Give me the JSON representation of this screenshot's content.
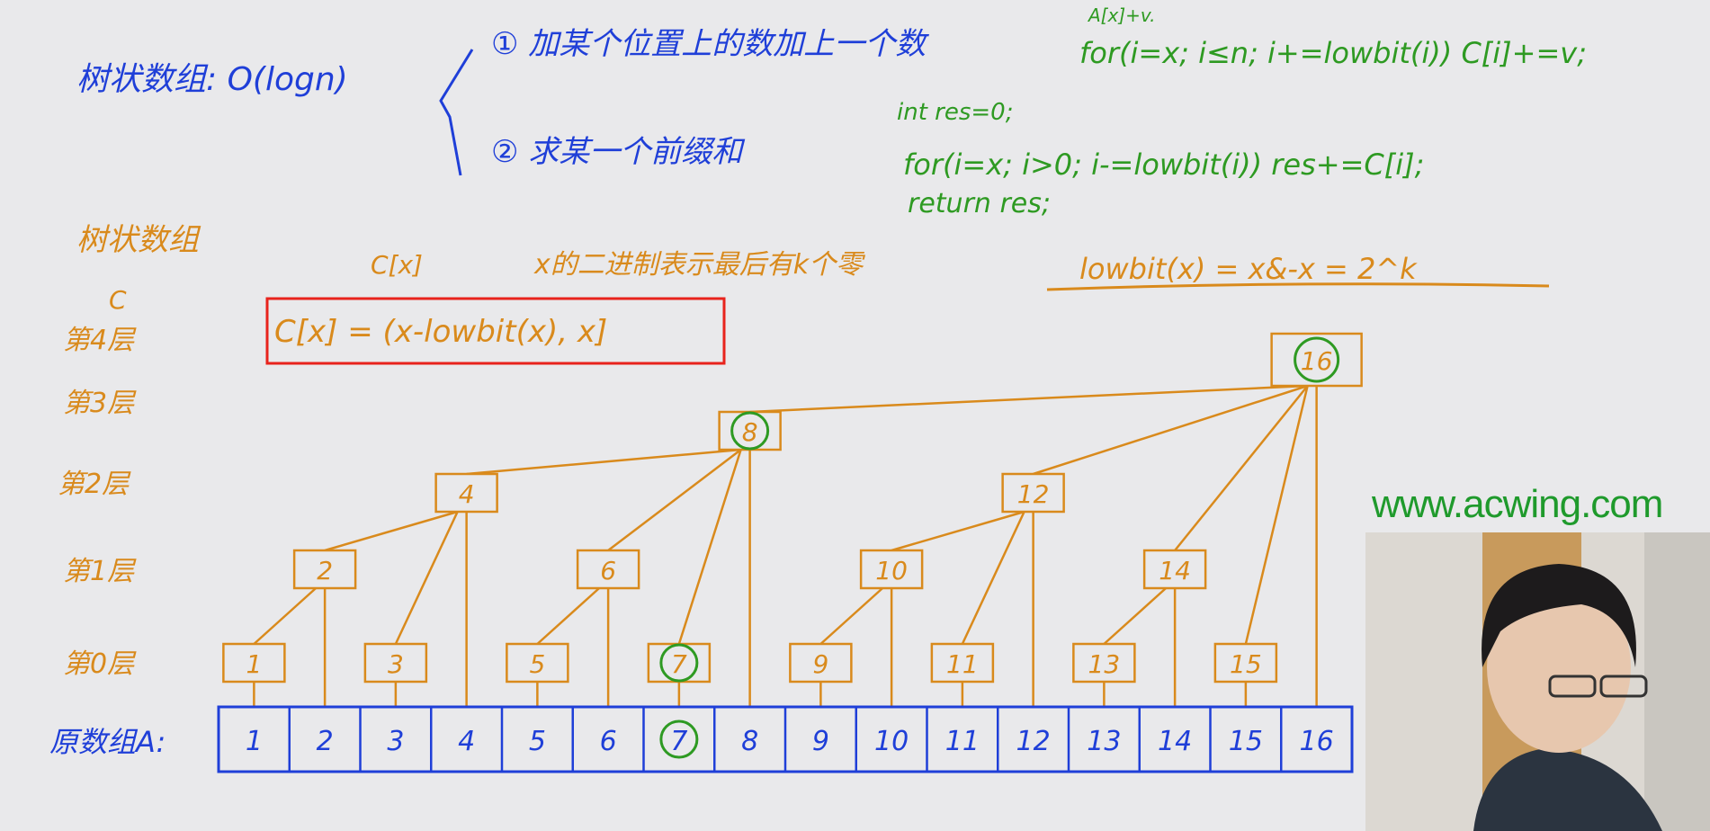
{
  "title": "树状数组: O(logn)",
  "operations": [
    "① 加某个位置上的数加上一个数",
    "② 求某一个前缀和"
  ],
  "code": {
    "update_note": "A[x]+v.",
    "update_loop": "for(i=x; i≤n; i+=lowbit(i)) C[i]+=v;",
    "query_init": "int res=0;",
    "query_loop": "for(i=x; i>0; i-=lowbit(i)) res+=C[i];",
    "query_return": "return res;"
  },
  "notes": {
    "subtitle": "树状数组",
    "cx": "C[x]",
    "binary_note": "x的二进制表示最后有k个零",
    "lowbit": "lowbit(x) = x&-x = 2^k",
    "range_def": "C[x] = (x-lowbit(x), x]"
  },
  "layer_labels": {
    "c_label": "C",
    "layers": [
      "第4层",
      "第3层",
      "第2层",
      "第1层",
      "第0层"
    ],
    "array_label": "原数组A:"
  },
  "array_values": [
    "1",
    "2",
    "3",
    "4",
    "5",
    "6",
    "7",
    "8",
    "9",
    "10",
    "11",
    "12",
    "13",
    "14",
    "15",
    "16"
  ],
  "tree_nodes": [
    "1",
    "2",
    "3",
    "4",
    "5",
    "6",
    "7",
    "8",
    "9",
    "10",
    "11",
    "12",
    "13",
    "14",
    "15",
    "16"
  ],
  "highlighted": [
    7,
    8,
    16
  ],
  "watermark": "www.acwing.com",
  "colors": {
    "blue": "#1f3fd8",
    "green": "#2e9a22",
    "orange": "#d98a1c",
    "red": "#e8231c"
  }
}
